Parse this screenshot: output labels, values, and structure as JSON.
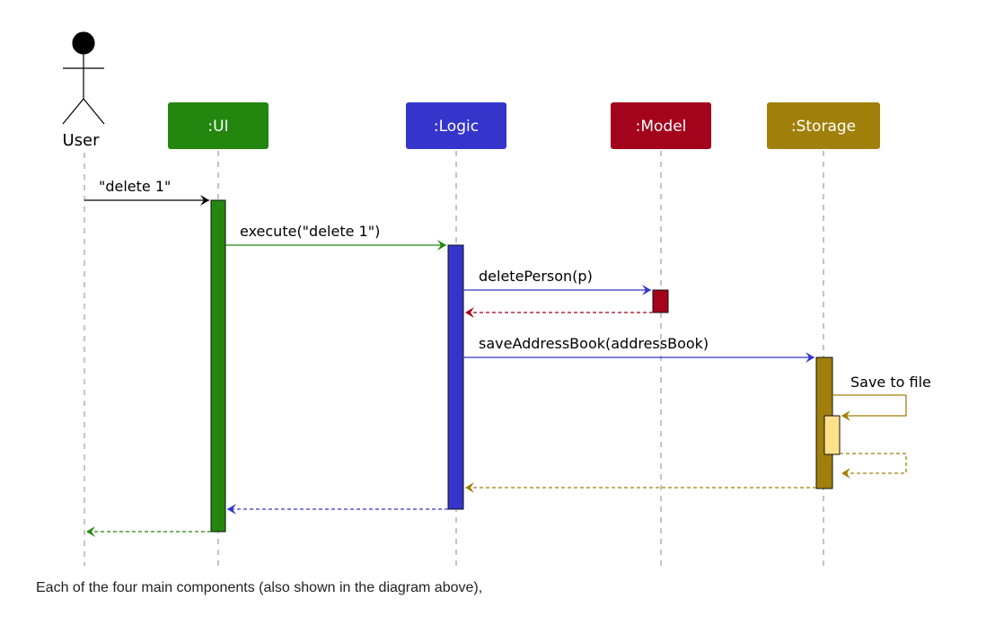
{
  "diagram": {
    "actor": {
      "label": "User"
    },
    "participants": [
      {
        "id": "ui",
        "label": ":UI",
        "color": "#23870f"
      },
      {
        "id": "logic",
        "label": ":Logic",
        "color": "#3535cc"
      },
      {
        "id": "model",
        "label": ":Model",
        "color": "#a3031b"
      },
      {
        "id": "storage",
        "label": ":Storage",
        "color": "#a0800b"
      }
    ],
    "messages": [
      {
        "label": "\"delete 1\"",
        "from": "User",
        "to": ":UI"
      },
      {
        "label": "execute(\"delete 1\")",
        "from": ":UI",
        "to": ":Logic"
      },
      {
        "label": "deletePerson(p)",
        "from": ":Logic",
        "to": ":Model"
      },
      {
        "label": "saveAddressBook(addressBook)",
        "from": ":Logic",
        "to": ":Storage"
      },
      {
        "label": "Save to file",
        "from": ":Storage",
        "to": ":Storage"
      }
    ],
    "colors": {
      "self_activation_fill": "#fde18a",
      "return_from_model": "#a3031b",
      "return_from_storage": "#a0800b",
      "return_from_logic": "#3535cc",
      "return_from_ui": "#23870f"
    }
  },
  "caption": "Each of the four main components (also shown in the diagram above),"
}
